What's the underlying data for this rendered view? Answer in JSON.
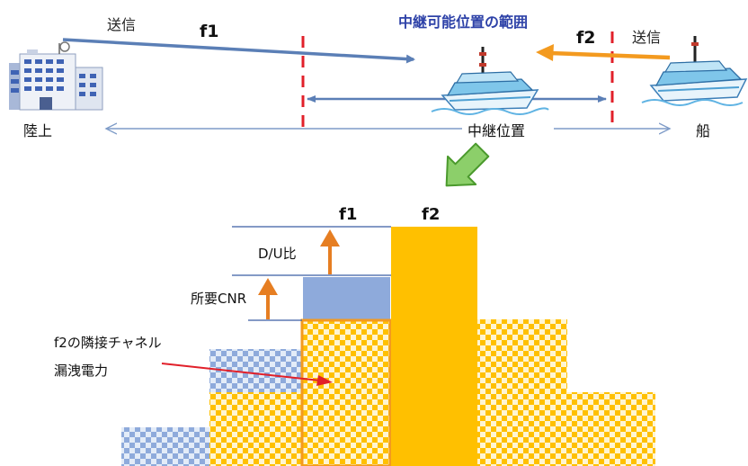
{
  "top": {
    "range_title": "中継可能位置の範囲",
    "send_left": "送信",
    "send_right": "送信",
    "f1": "f1",
    "f2": "f2",
    "land": "陸上",
    "relay": "中継位置",
    "ship": "船"
  },
  "bottom": {
    "f1": "f1",
    "f2": "f2",
    "du": "D/U比",
    "cnr": "所要CNR",
    "leak1": "f2の隣接チャネル",
    "leak2": "漏洩電力"
  },
  "colors": {
    "blue_arrow": "#5b7fb6",
    "orange": "#f39a1f",
    "gold": "#ffc000",
    "red": "#e1202a",
    "title_blue": "#2e42a8",
    "green": "#5ab033",
    "f1_block": "#8eaadb"
  }
}
